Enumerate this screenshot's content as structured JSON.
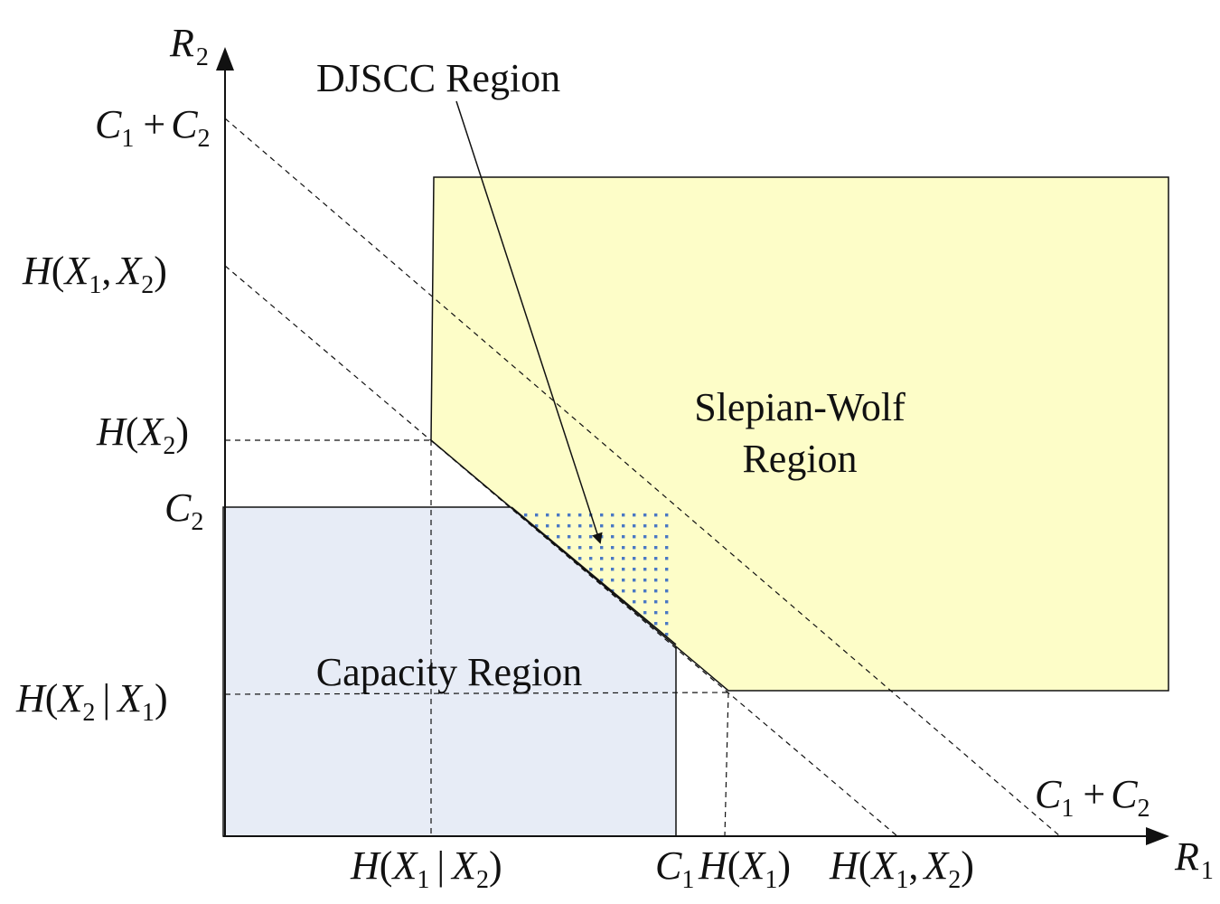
{
  "colors": {
    "capacity_fill": "#e7ecf6",
    "slepian_wolf_fill": "#fdfdc8",
    "djscc_dots": "#4a78c4",
    "lines": "#111111"
  },
  "regions": {
    "djscc": "DJSCC Region",
    "slepian_wolf_line1": "Slepian-Wolf",
    "slepian_wolf_line2": "Region",
    "capacity": "Capacity Region"
  },
  "axes": {
    "x": {
      "sym": "R",
      "sub": "1"
    },
    "y": {
      "sym": "R",
      "sub": "2"
    }
  },
  "sym": {
    "H": "H",
    "X": "X",
    "C": "C",
    "lp": "(",
    "rp": ")",
    "comma": ",",
    "bar": "|",
    "plus": "+",
    "one": "1",
    "two": "2"
  }
}
